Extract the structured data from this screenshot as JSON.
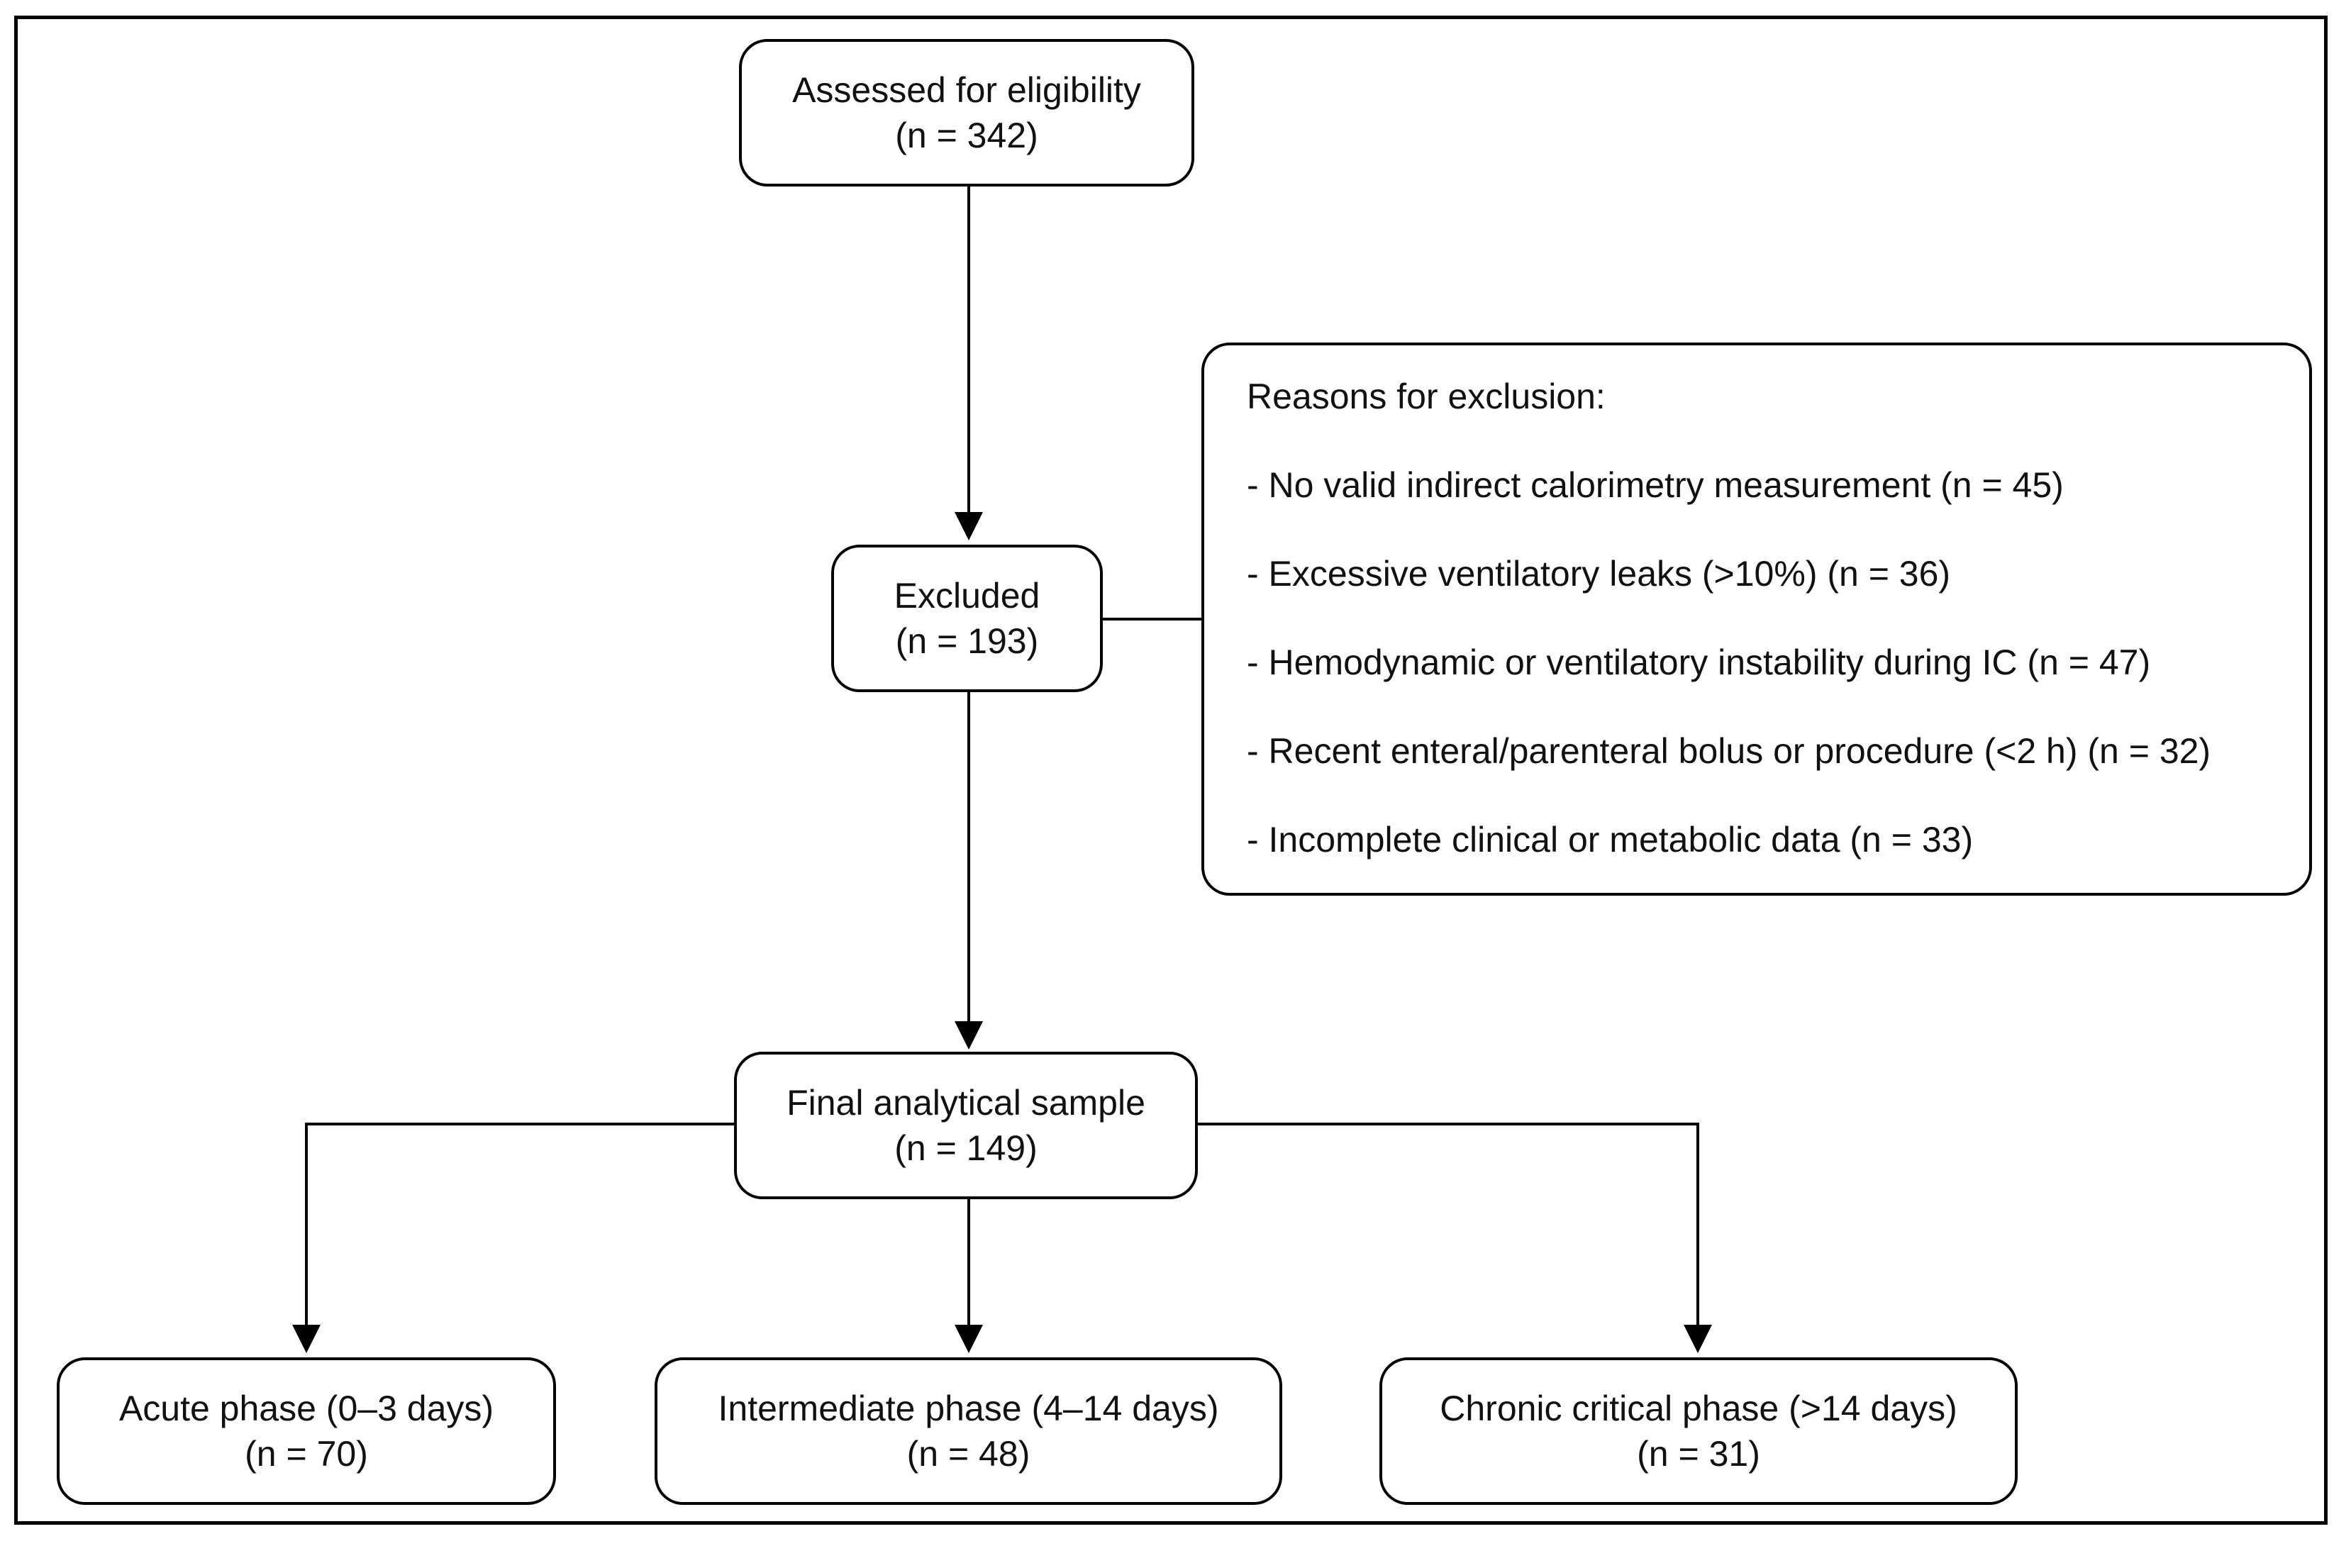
{
  "nodes": {
    "assessed": {
      "line1": "Assessed for eligibility",
      "line2": "(n = 342)"
    },
    "excluded": {
      "line1": "Excluded",
      "line2": "(n = 193)"
    },
    "final": {
      "line1": "Final analytical sample",
      "line2": "(n = 149)"
    },
    "acute": {
      "line1": "Acute phase (0–3 days)",
      "line2": "(n = 70)"
    },
    "intermediate": {
      "line1": "Intermediate phase (4–14 days)",
      "line2": "(n = 48)"
    },
    "chronic": {
      "line1": "Chronic critical phase (>14 days)",
      "line2": "(n = 31)"
    }
  },
  "exclusion_reasons": {
    "title": "Reasons for exclusion:",
    "items": [
      "- No valid indirect calorimetry measurement (n = 45)",
      "- Excessive ventilatory leaks (>10%) (n = 36)",
      "- Hemodynamic or ventilatory instability during IC (n = 47)",
      "- Recent enteral/parenteral bolus or procedure (<2 h) (n = 32)",
      "- Incomplete clinical or metabolic data (n = 33)"
    ]
  },
  "colors": {
    "stroke": "#000000",
    "text": "#111111",
    "background": "#ffffff"
  }
}
